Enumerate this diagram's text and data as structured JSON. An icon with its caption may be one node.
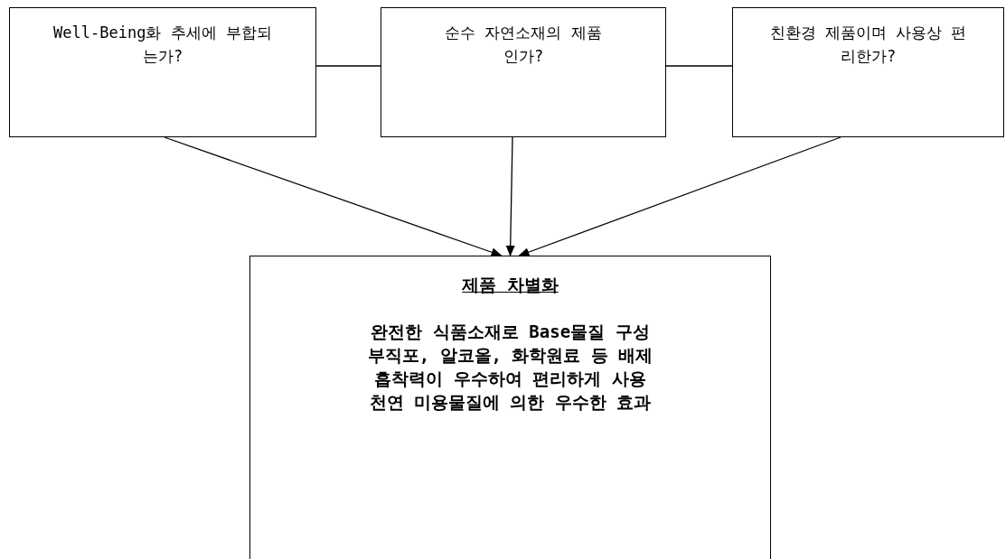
{
  "diagram": {
    "nodes": [
      {
        "text": [
          "Well-Being화 추세에 부합되는가?"
        ]
      },
      {
        "text": [
          "순수 자연소재의 제품인가?"
        ]
      },
      {
        "text": [
          "친환경 제품이며 사용상 편리한가?"
        ]
      },
      {
        "text": [
          "제품 차별화",
          "완전한 식품소재로 Base물질 구성",
          "부직포, 알코올, 화학원료 등 배제",
          "흡착력이 우수하여 편리하게 사용",
          "천연 미용물질에 의한 우수한 효과"
        ]
      }
    ],
    "edges": [
      {
        "from": 0,
        "to": 1,
        "arrow": "none"
      },
      {
        "from": 1,
        "to": 2,
        "arrow": "none"
      },
      {
        "from": 0,
        "to": 3,
        "arrow": "to"
      },
      {
        "from": 1,
        "to": 3,
        "arrow": "to"
      },
      {
        "from": 2,
        "to": 3,
        "arrow": "to"
      }
    ]
  }
}
